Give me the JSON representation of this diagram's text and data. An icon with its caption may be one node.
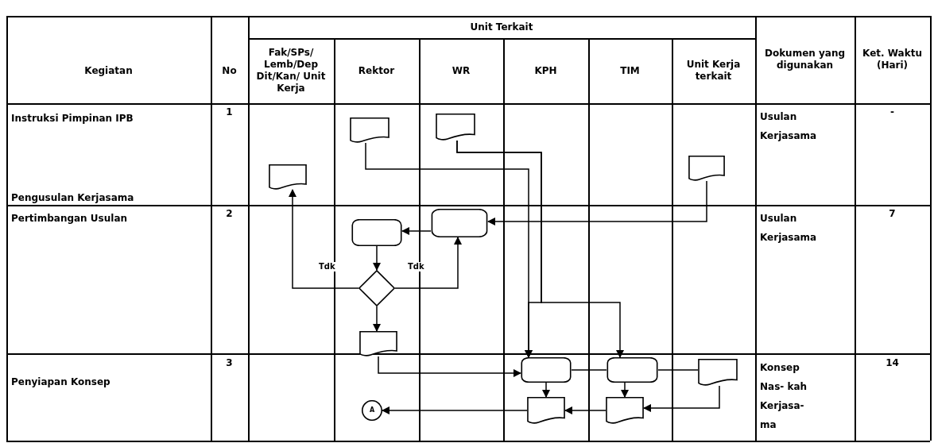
{
  "diagram": {
    "nodes": [
      {
        "text": [],
        "shape": "document"
      },
      {
        "text": [],
        "shape": "document"
      },
      {
        "text": [],
        "shape": "document"
      },
      {
        "text": [],
        "shape": "document"
      },
      {
        "text": [],
        "shape": "box"
      },
      {
        "text": [],
        "shape": "box"
      },
      {
        "text": [],
        "shape": "diamond"
      },
      {
        "text": [],
        "shape": "document"
      },
      {
        "text": [],
        "shape": "box"
      },
      {
        "text": [],
        "shape": "box"
      },
      {
        "text": [],
        "shape": "document"
      },
      {
        "text": [],
        "shape": "document"
      },
      {
        "text": [],
        "shape": "document"
      },
      {
        "text": [
          "A"
        ]
      }
    ],
    "edges": [
      {
        "from": 0,
        "to": 8,
        "arrow": "to"
      },
      {
        "from": 1,
        "to": 8,
        "arrow": "to"
      },
      {
        "from": 1,
        "to": 9,
        "arrow": "to"
      },
      {
        "from": 3,
        "to": 5,
        "arrow": "to"
      },
      {
        "from": 5,
        "to": 4,
        "arrow": "to"
      },
      {
        "from": 4,
        "to": 6,
        "arrow": "to"
      },
      {
        "from": 6,
        "to": 2,
        "arrow": "to",
        "label": "Tdk"
      },
      {
        "from": 6,
        "to": 5,
        "arrow": "to",
        "label": "Tdk"
      },
      {
        "from": 6,
        "to": 7,
        "arrow": "to"
      },
      {
        "from": 7,
        "to": 8,
        "arrow": "to"
      },
      {
        "from": 8,
        "to": 9,
        "arrow": "none"
      },
      {
        "from": 9,
        "to": 10,
        "arrow": "none"
      },
      {
        "from": 8,
        "to": 11,
        "arrow": "to"
      },
      {
        "from": 9,
        "to": 12,
        "arrow": "to"
      },
      {
        "from": 10,
        "to": 12,
        "arrow": "to"
      },
      {
        "from": 12,
        "to": 11,
        "arrow": "to"
      },
      {
        "from": 11,
        "to": 13,
        "arrow": "to"
      }
    ],
    "labels": [
      "Kegiatan",
      "No",
      "Unit Terkait",
      "Dokumen yang digunakan",
      "Ket. Waktu (Hari)",
      "Fak/SPs/ Lemb/Dep Dit/Kan/ Unit Kerja",
      "Rektor",
      "WR",
      "KPH",
      "TIM",
      "Unit Kerja terkait",
      "Instruksi Pimpinan IPB",
      "1",
      "Usulan Kerjasama",
      "-",
      "Pengusulan Kerjasama",
      "Pertimbangan Usulan",
      "2",
      "Usulan Kerjasama",
      "7",
      "Penyiapan Konsep",
      "3",
      "Konsep Nas- kah Kerjasa- ma",
      "14"
    ]
  }
}
